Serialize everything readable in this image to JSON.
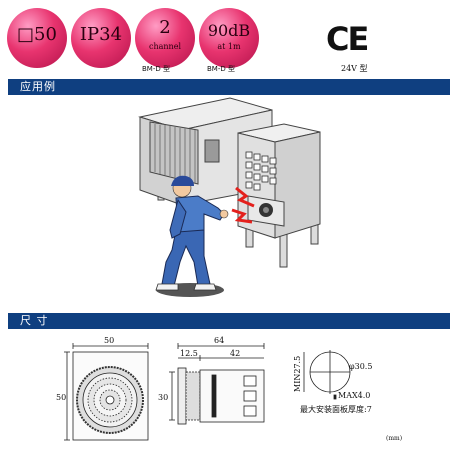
{
  "badges": [
    {
      "main": "□50",
      "sub": ""
    },
    {
      "main": "IP34",
      "sub": ""
    },
    {
      "main": "2",
      "sub": "channel"
    },
    {
      "main": "90dB",
      "sub": "at 1m"
    }
  ],
  "badge_notes": [
    "BM-D 型",
    "BM-D 型"
  ],
  "ce_mark": "CE",
  "ce_note": "24V 型",
  "section_application": "应用例",
  "section_dimensions": "尺  寸",
  "dimensions": {
    "front_width": "50",
    "front_height": "50",
    "side_total": "64",
    "side_front": "12.5",
    "side_body": "42",
    "side_height": "30",
    "cutout_min": "MIN27.5",
    "cutout_dia": "φ30.5",
    "panel_max": "MAX4.0",
    "panel_note": "最大安装面板厚度:7",
    "unit": "(mm)"
  }
}
